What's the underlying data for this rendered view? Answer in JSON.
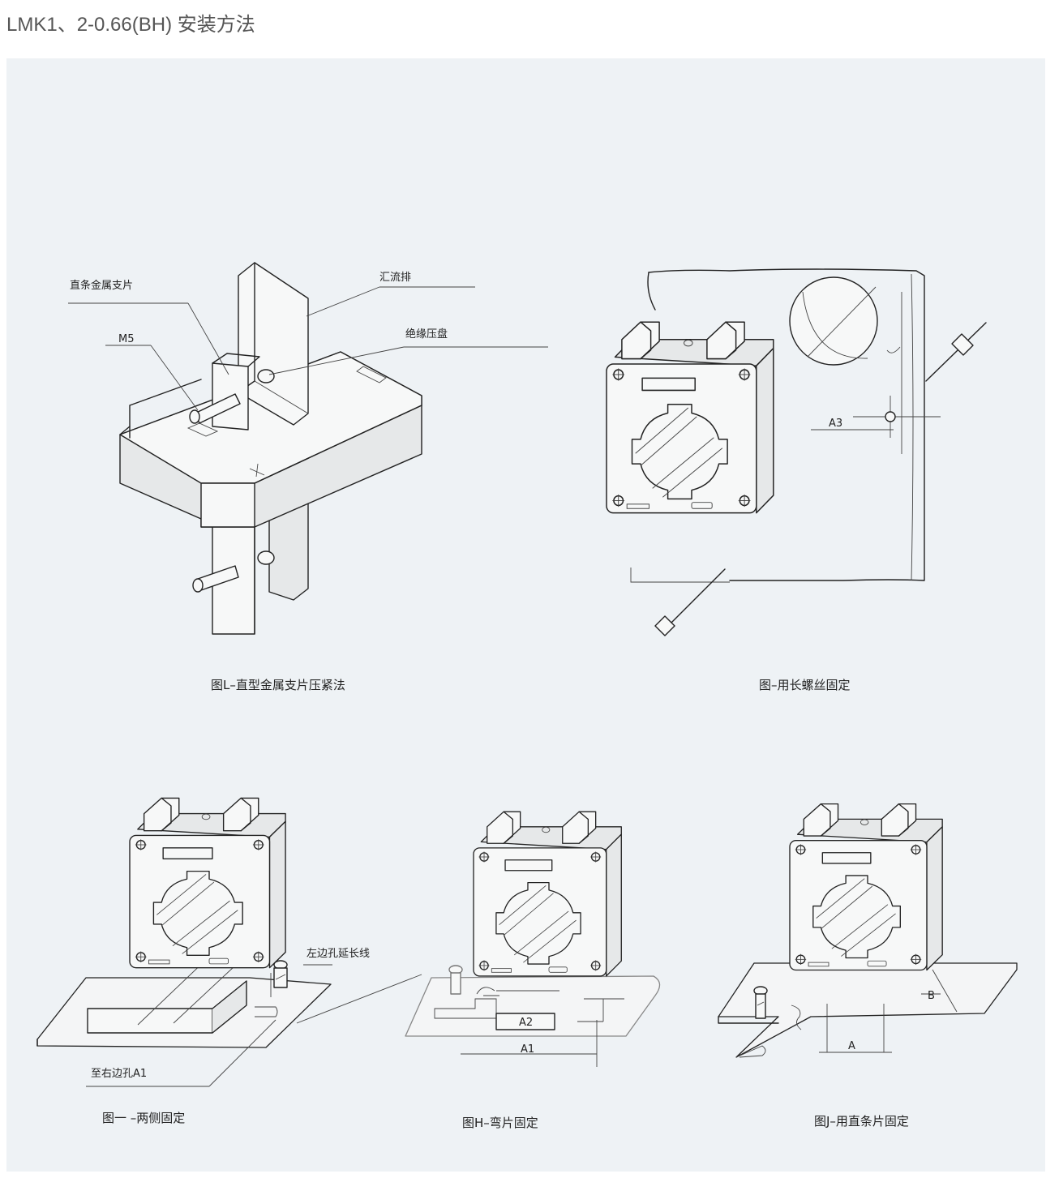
{
  "page_title": "LMK1、2-0.66(BH) 安装方法",
  "figure_1": {
    "caption": "图L–直型金属支片压紧法",
    "label_bracket": "直条金属支片",
    "label_screw": "M5",
    "label_busbar": "汇流排",
    "label_insulating_disc": "绝缘压盘"
  },
  "figure_2": {
    "caption": "图–用长螺丝固定",
    "label_dimension": "A3"
  },
  "figure_3": {
    "caption": "图一 –两侧固定",
    "label_left_hole": "左边孔延长线",
    "label_right_hole": "至右边孔A1"
  },
  "figure_4": {
    "caption": "图H–弯片固定",
    "label_a2": "A2",
    "label_a1": "A1"
  },
  "figure_5": {
    "caption": "图J–用直条片固定",
    "label_a": "A",
    "label_b": "B"
  }
}
